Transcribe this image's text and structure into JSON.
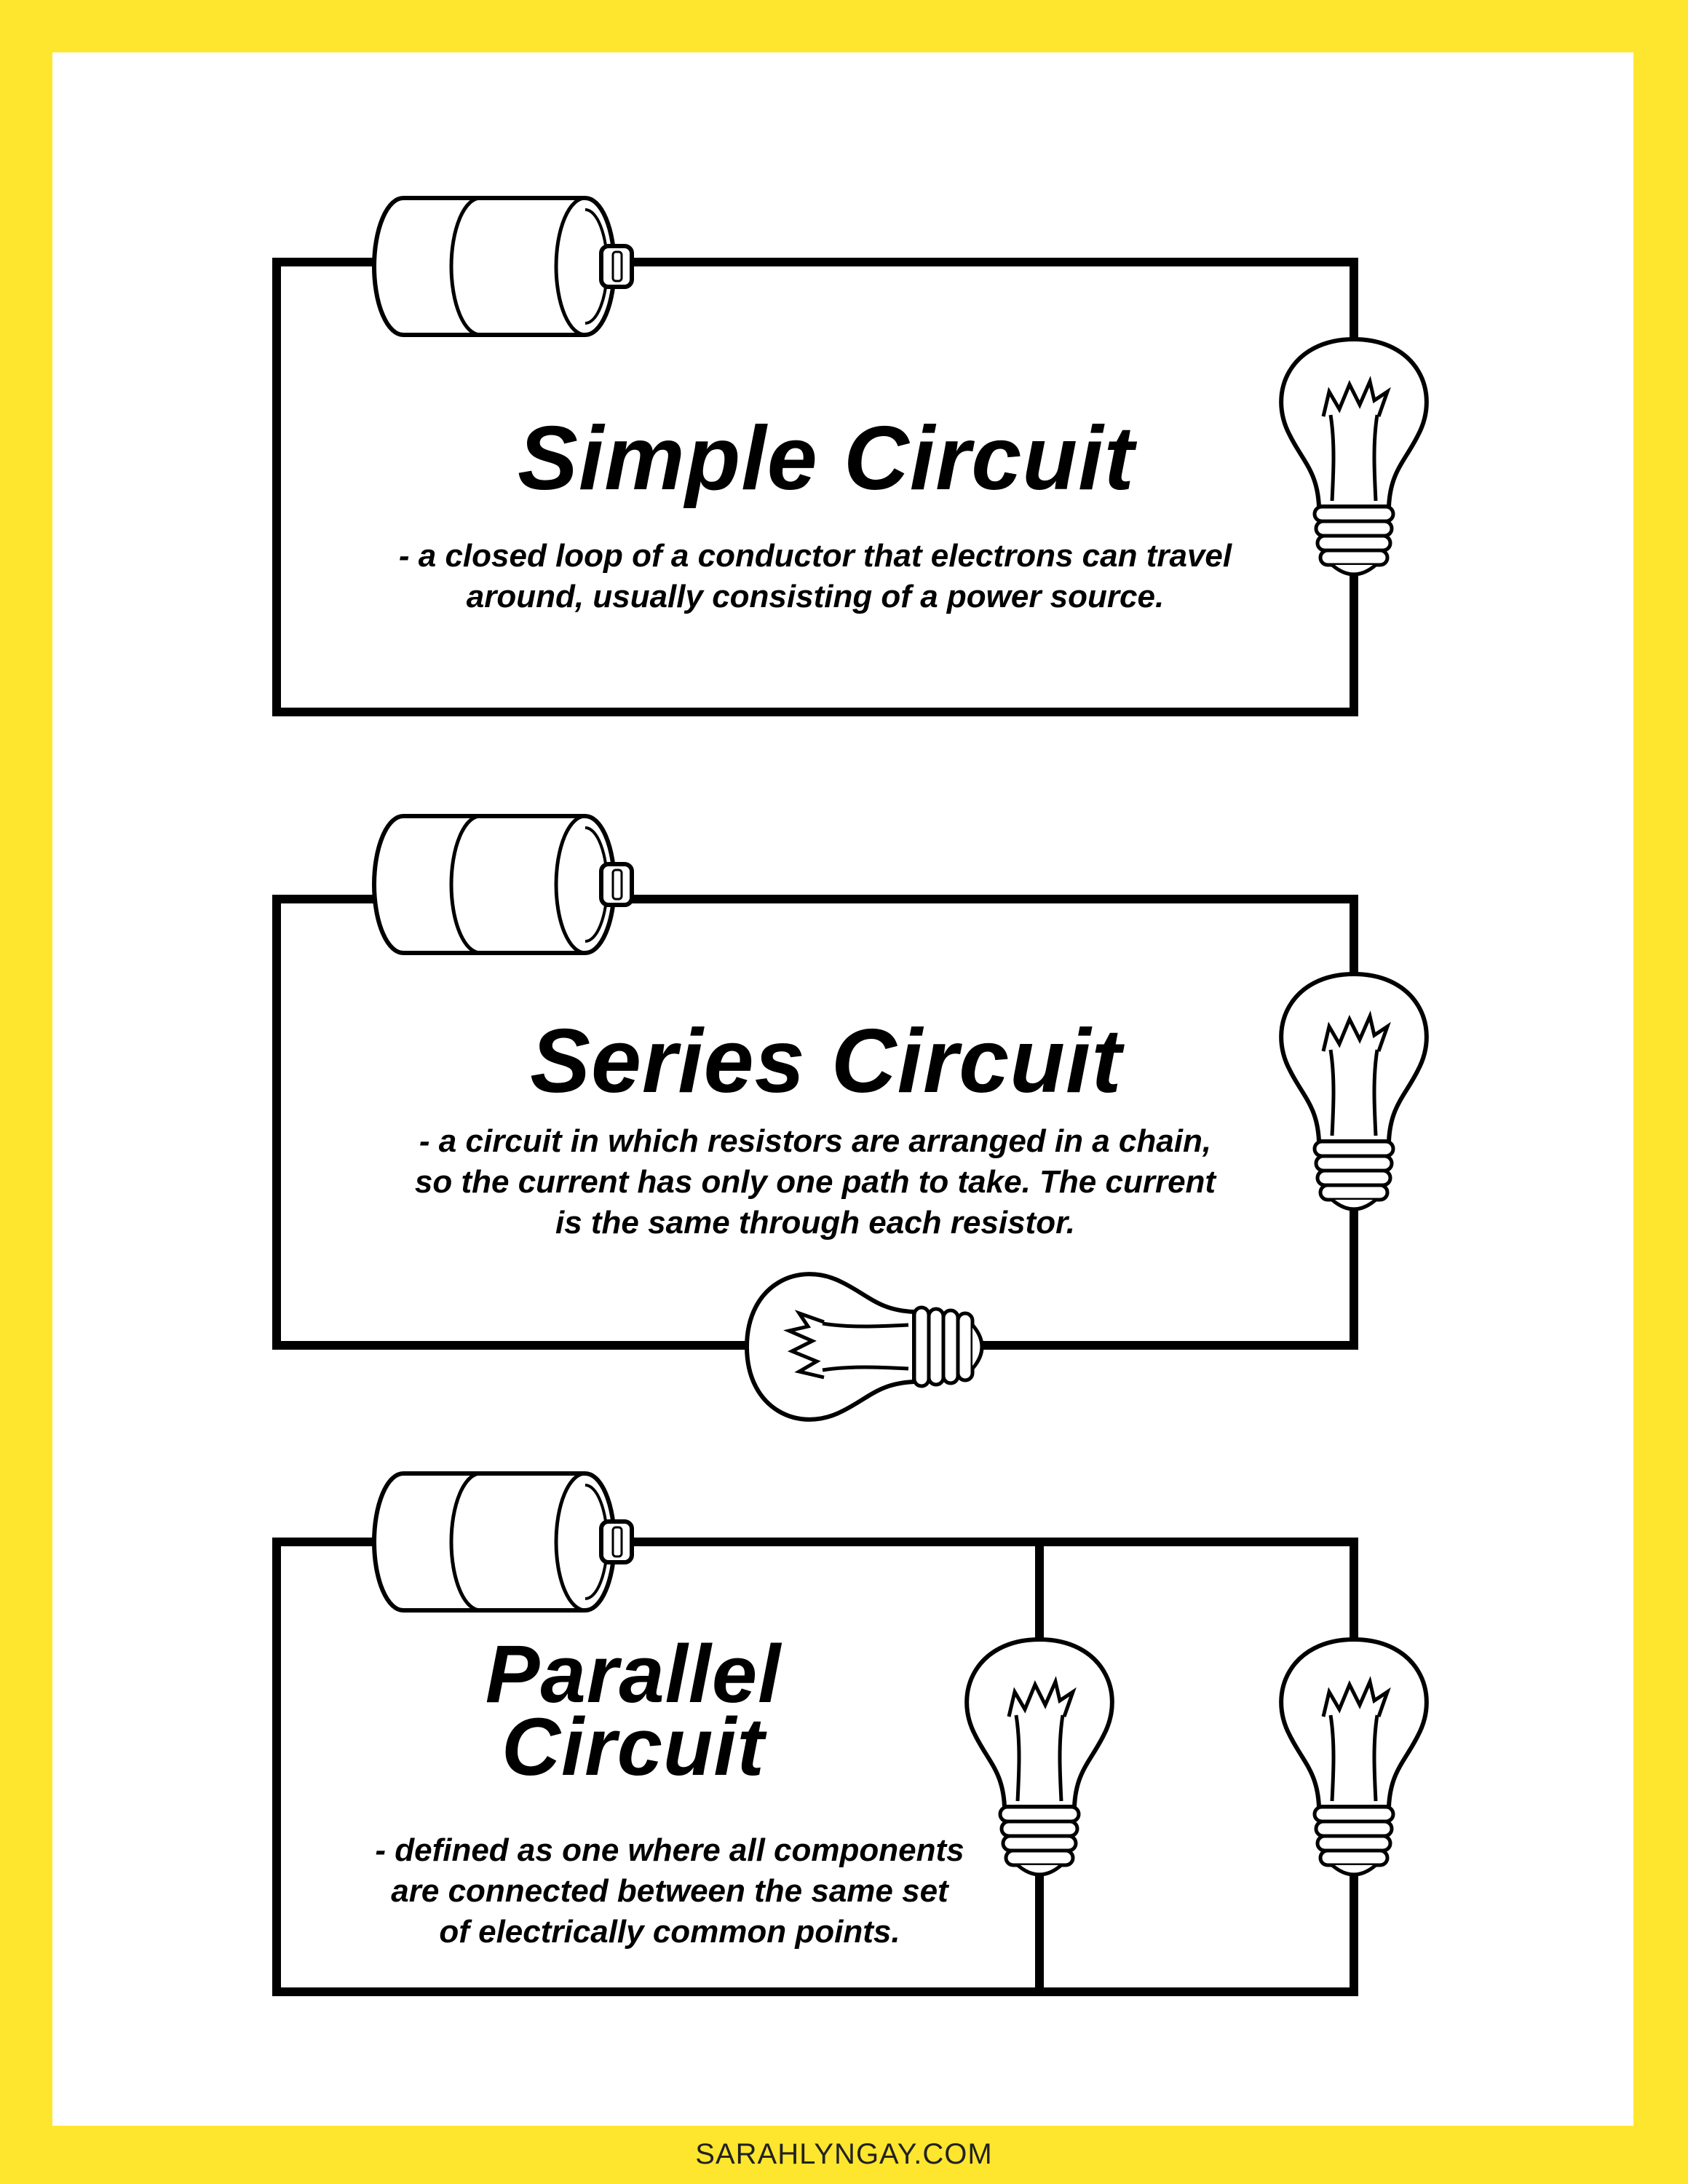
{
  "colors": {
    "border": "#ffe62e",
    "background": "#ffffff",
    "ink": "#000000"
  },
  "sections": [
    {
      "title": "Simple Circuit",
      "description": "- a closed loop of a conductor that electrons can travel\naround, usually consisting of a power source.",
      "components": [
        "battery-icon",
        "lightbulb-icon"
      ]
    },
    {
      "title": "Series Circuit",
      "description": "-  a circuit in which resistors are arranged in a chain,\nso the current has only one path to take. The current\nis the same through each resistor.",
      "components": [
        "battery-icon",
        "lightbulb-icon",
        "lightbulb-icon"
      ]
    },
    {
      "title": "Parallel\nCircuit",
      "description": "-  defined as one where all components\nare connected between the same set\nof electrically common points.",
      "components": [
        "battery-icon",
        "lightbulb-icon",
        "lightbulb-icon"
      ]
    }
  ],
  "footer": "SARAHLYNGAY.COM"
}
